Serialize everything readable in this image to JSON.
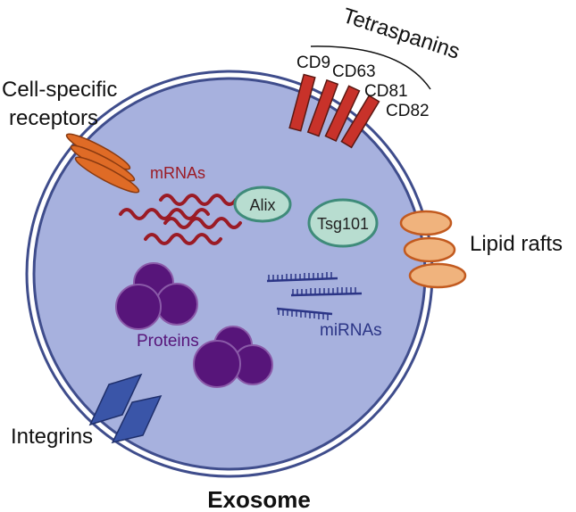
{
  "diagram": {
    "title": "Exosome",
    "labels": {
      "tetraspanins": "Tetraspanins",
      "cd9": "CD9",
      "cd63": "CD63",
      "cd81": "CD81",
      "cd82": "CD82",
      "receptors_line1": "Cell-specific",
      "receptors_line2": "receptors",
      "mrnas": "mRNAs",
      "alix": "Alix",
      "tsg101": "Tsg101",
      "lipid_rafts": "Lipid rafts",
      "proteins": "Proteins",
      "mirnas": "miRNAs",
      "integrins": "Integrins"
    },
    "colors": {
      "exosome_fill": "#a7b1de",
      "membrane": "#3f4d8c",
      "tetraspanin": "#c8322a",
      "receptor": "#df6b26",
      "mrna": "#9b1b25",
      "alix_tsg": "#b8ddd0",
      "lipid_raft": "#f0b37d",
      "protein": "#57157a",
      "mirna": "#2b3586",
      "integrin": "#3a55a8"
    }
  }
}
